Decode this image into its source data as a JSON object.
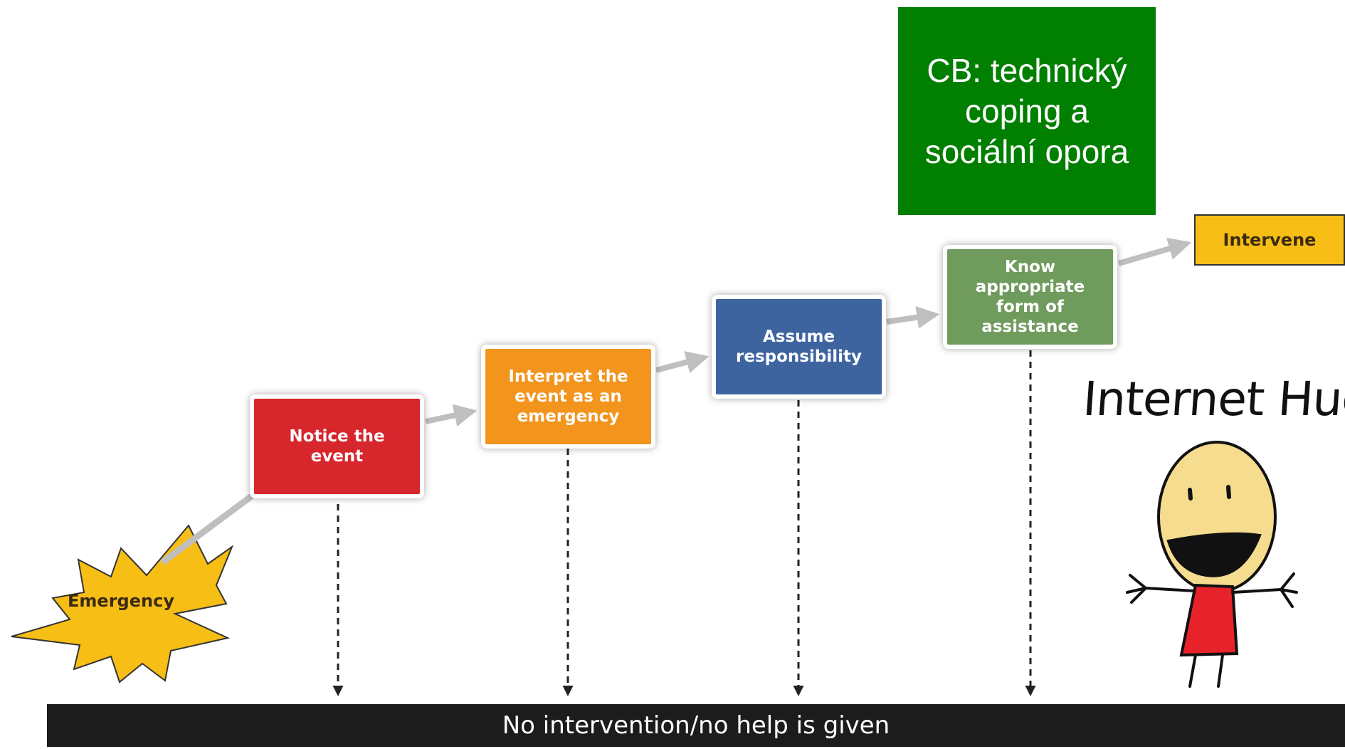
{
  "stages": [
    {
      "id": "notice",
      "label": "Notice the event",
      "color": "#d7262c"
    },
    {
      "id": "interpret",
      "label": "Interpret the event as an emergency",
      "color": "#f3941d"
    },
    {
      "id": "assume",
      "label": "Assume responsibility",
      "color": "#3e64a0"
    },
    {
      "id": "know",
      "label": "Know appropriate form of assistance",
      "color": "#6f9b5c"
    }
  ],
  "start": {
    "label": "Emergency",
    "color": "#f7be16"
  },
  "end": {
    "label": "Intervene",
    "color": "#f7be16"
  },
  "outcome_bar": {
    "label": "No intervention/no help is given"
  },
  "callout": {
    "text": "CB: technický coping a sociální opora",
    "color": "#007f00"
  },
  "illustration": {
    "title": "Internet Hug"
  },
  "colors": {
    "connector": "#bfbfbf",
    "dashed_arrow": "#222222",
    "figure_face": "#f5dc8f",
    "figure_shirt": "#e8222a"
  }
}
